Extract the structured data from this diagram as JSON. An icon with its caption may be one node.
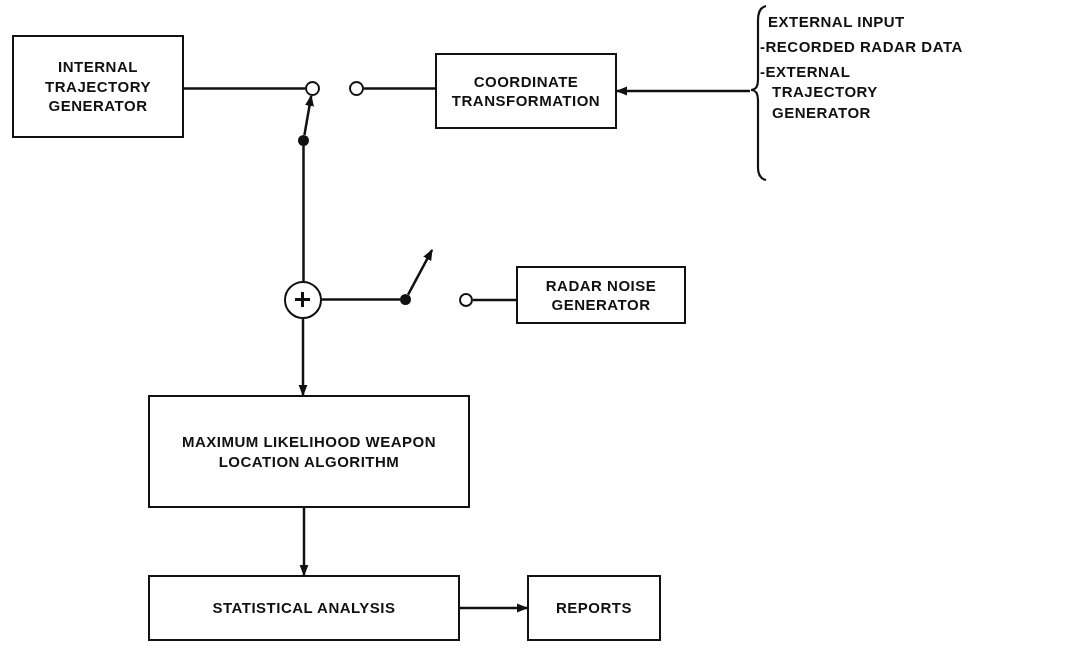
{
  "diagram": {
    "nodes": [
      {
        "text": [
          "INTERNAL TRAJECTORY GENERATOR"
        ]
      },
      {
        "text": [],
        "shape": "circle"
      },
      {
        "text": [],
        "shape": "circle"
      },
      {
        "text": [
          "COORDINATE TRANSFORMATION"
        ]
      },
      {
        "text": [
          "EXTERNAL INPUT",
          "-RECORDED RADAR DATA",
          "-EXTERNAL TRAJECTORY GENERATOR"
        ]
      },
      {
        "text": [],
        "shape": "dot"
      },
      {
        "text": [],
        "shape": "circle"
      },
      {
        "text": [],
        "shape": "dot"
      },
      {
        "text": [],
        "shape": "circle"
      },
      {
        "text": [
          "RADAR NOISE GENERATOR"
        ]
      },
      {
        "text": [
          "MAXIMUM LIKELIHOOD WEAPON LOCATION ALGORITHM"
        ]
      },
      {
        "text": [
          "STATISTICAL ANALYSIS"
        ]
      },
      {
        "text": [
          "REPORTS"
        ]
      }
    ],
    "edges": [
      {
        "from": 0,
        "to": 1,
        "arrow": "none"
      },
      {
        "from": 2,
        "to": 3,
        "arrow": "none"
      },
      {
        "from": 4,
        "to": 3,
        "arrow": "to"
      },
      {
        "from": 5,
        "to": 1,
        "arrow": "to"
      },
      {
        "from": 5,
        "to": 6,
        "arrow": "none"
      },
      {
        "from": 6,
        "to": 7,
        "arrow": "none"
      },
      {
        "from": 7,
        "to": null,
        "arrow": "to"
      },
      {
        "from": 8,
        "to": 9,
        "arrow": "none"
      },
      {
        "from": 6,
        "to": 10,
        "arrow": "to"
      },
      {
        "from": 10,
        "to": 11,
        "arrow": "to"
      },
      {
        "from": 11,
        "to": 12,
        "arrow": "to"
      }
    ]
  }
}
